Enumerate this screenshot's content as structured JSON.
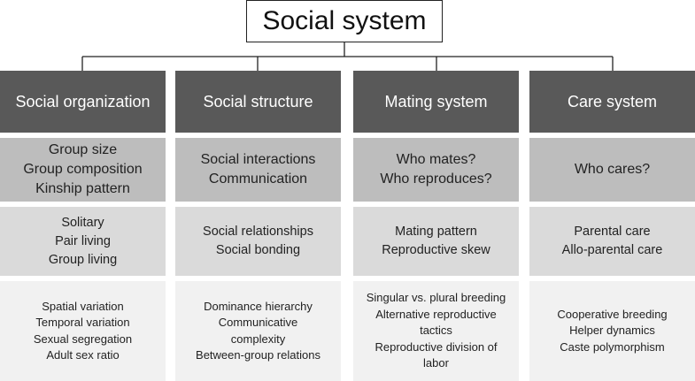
{
  "root": {
    "title": "Social system"
  },
  "columns": [
    {
      "header": "Social organization",
      "level1": [
        "Group size",
        "Group composition",
        "Kinship pattern"
      ],
      "level2": [
        "Solitary",
        "Pair living",
        "Group living"
      ],
      "level3": [
        "Spatial variation",
        "Temporal variation",
        "Sexual segregation",
        "Adult sex ratio"
      ]
    },
    {
      "header": "Social structure",
      "level1": [
        "Social interactions",
        "Communication"
      ],
      "level2": [
        "Social relationships",
        "Social bonding"
      ],
      "level3": [
        "Dominance hierarchy",
        "Communicative",
        "complexity",
        "Between-group relations"
      ]
    },
    {
      "header": "Mating system",
      "level1": [
        "Who mates?",
        "Who reproduces?"
      ],
      "level2": [
        "Mating pattern",
        "Reproductive skew"
      ],
      "level3": [
        "Singular vs. plural breeding",
        "Alternative reproductive",
        "tactics",
        "Reproductive division of",
        "labor"
      ]
    },
    {
      "header": "Care system",
      "level1": [
        "Who cares?"
      ],
      "level2": [
        "Parental care",
        "Allo-parental care"
      ],
      "level3": [
        "Cooperative breeding",
        "Helper dynamics",
        "Caste polymorphism"
      ]
    }
  ],
  "colors": {
    "header": "#595959",
    "level1": "#bdbdbd",
    "level2": "#dadada",
    "level3": "#f1f1f1"
  }
}
